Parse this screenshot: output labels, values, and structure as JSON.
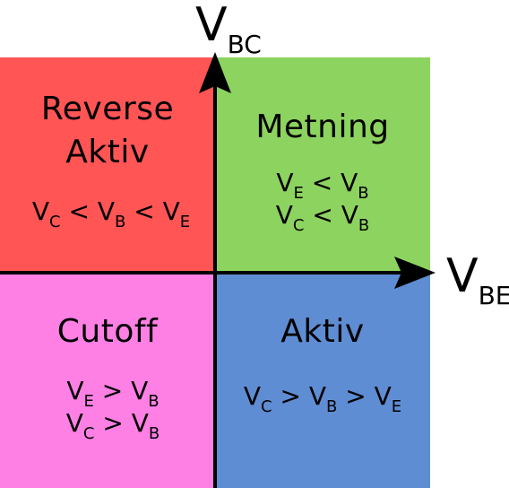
{
  "colors": {
    "reverse_active": "#ff5555",
    "saturation": "#8dd35f",
    "cutoff": "#ff80e5",
    "active": "#5f8dd3",
    "axis": "#000000"
  },
  "axes": {
    "vertical": {
      "main": "V",
      "sub": "BC"
    },
    "horizontal": {
      "main": "V",
      "sub": "BE"
    }
  },
  "quadrants": {
    "top_left": {
      "title_line1": "Reverse",
      "title_line2": "Aktiv",
      "condition": {
        "a": "V",
        "a_sub": "C",
        "op1": " < ",
        "b": "V",
        "b_sub": "B",
        "op2": " < ",
        "c": "V",
        "c_sub": "E"
      }
    },
    "top_right": {
      "title": "Metning",
      "cond1": {
        "a": "V",
        "a_sub": "E",
        "op": " < ",
        "b": "V",
        "b_sub": "B"
      },
      "cond2": {
        "a": "V",
        "a_sub": "C",
        "op": " < ",
        "b": "V",
        "b_sub": "B"
      }
    },
    "bottom_left": {
      "title": "Cutoff",
      "cond1": {
        "a": "V",
        "a_sub": "E",
        "op": " > ",
        "b": "V",
        "b_sub": "B"
      },
      "cond2": {
        "a": "V",
        "a_sub": "C",
        "op": " > ",
        "b": "V",
        "b_sub": "B"
      }
    },
    "bottom_right": {
      "title": "Aktiv",
      "condition": {
        "a": "V",
        "a_sub": "C",
        "op1": " > ",
        "b": "V",
        "b_sub": "B",
        "op2": " > ",
        "c": "V",
        "c_sub": "E"
      }
    }
  }
}
